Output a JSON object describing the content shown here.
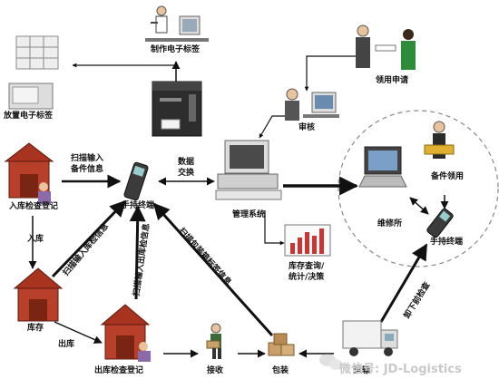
{
  "labels": {
    "make_tag": "制作电子标签",
    "place_tag": "放置电子标签",
    "audit": "审核",
    "apply": "领用申请",
    "scan_in_1": "扫描输入",
    "scan_in_2": "备件信息",
    "data_1": "数据",
    "data_2": "交换",
    "inbound_check": "入库检查登记",
    "inbound": "入库",
    "terminal_center": "手持终端",
    "mgmt_system": "管理系统",
    "repair_station": "维修所",
    "parts_pickup": "备件领用",
    "terminal_right": "手持终端",
    "query_1": "库存查询/",
    "query_2": "统计/决策",
    "stock": "库存",
    "outbound": "出库",
    "outbound_check": "出库检查登记",
    "receive": "接收",
    "pack": "包装",
    "transport": "运输",
    "scan_inbound_info": "扫描输入库检信息",
    "scan_outbound_info": "扫描输入出库检信息",
    "scan_pack_info": "扫描包装箱标签信息",
    "unload_check": "卸下前检查"
  },
  "watermark": "微信号: JD-Logistics"
}
